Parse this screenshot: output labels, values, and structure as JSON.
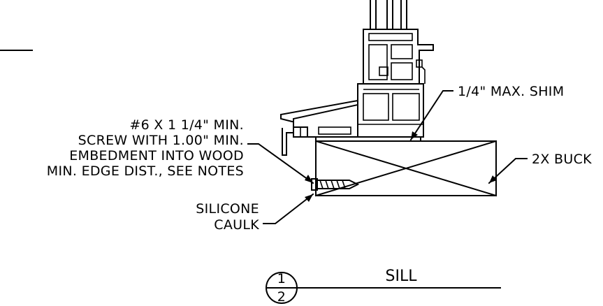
{
  "colors": {
    "line": "#000000",
    "background": "#ffffff"
  },
  "labels": {
    "screw": {
      "line1": "#6 X 1 1/4\" MIN.",
      "line2": "SCREW WITH 1.00\" MIN.",
      "line3": "EMBEDMENT INTO WOOD",
      "line4": "MIN. EDGE DIST., SEE NOTES"
    },
    "shim": "1/4\" MAX. SHIM",
    "buck": "2X BUCK",
    "caulk": {
      "line1": "SILICONE",
      "line2": "CAULK"
    }
  },
  "section_mark": {
    "top": "1",
    "bottom": "2",
    "title": "SILL"
  }
}
